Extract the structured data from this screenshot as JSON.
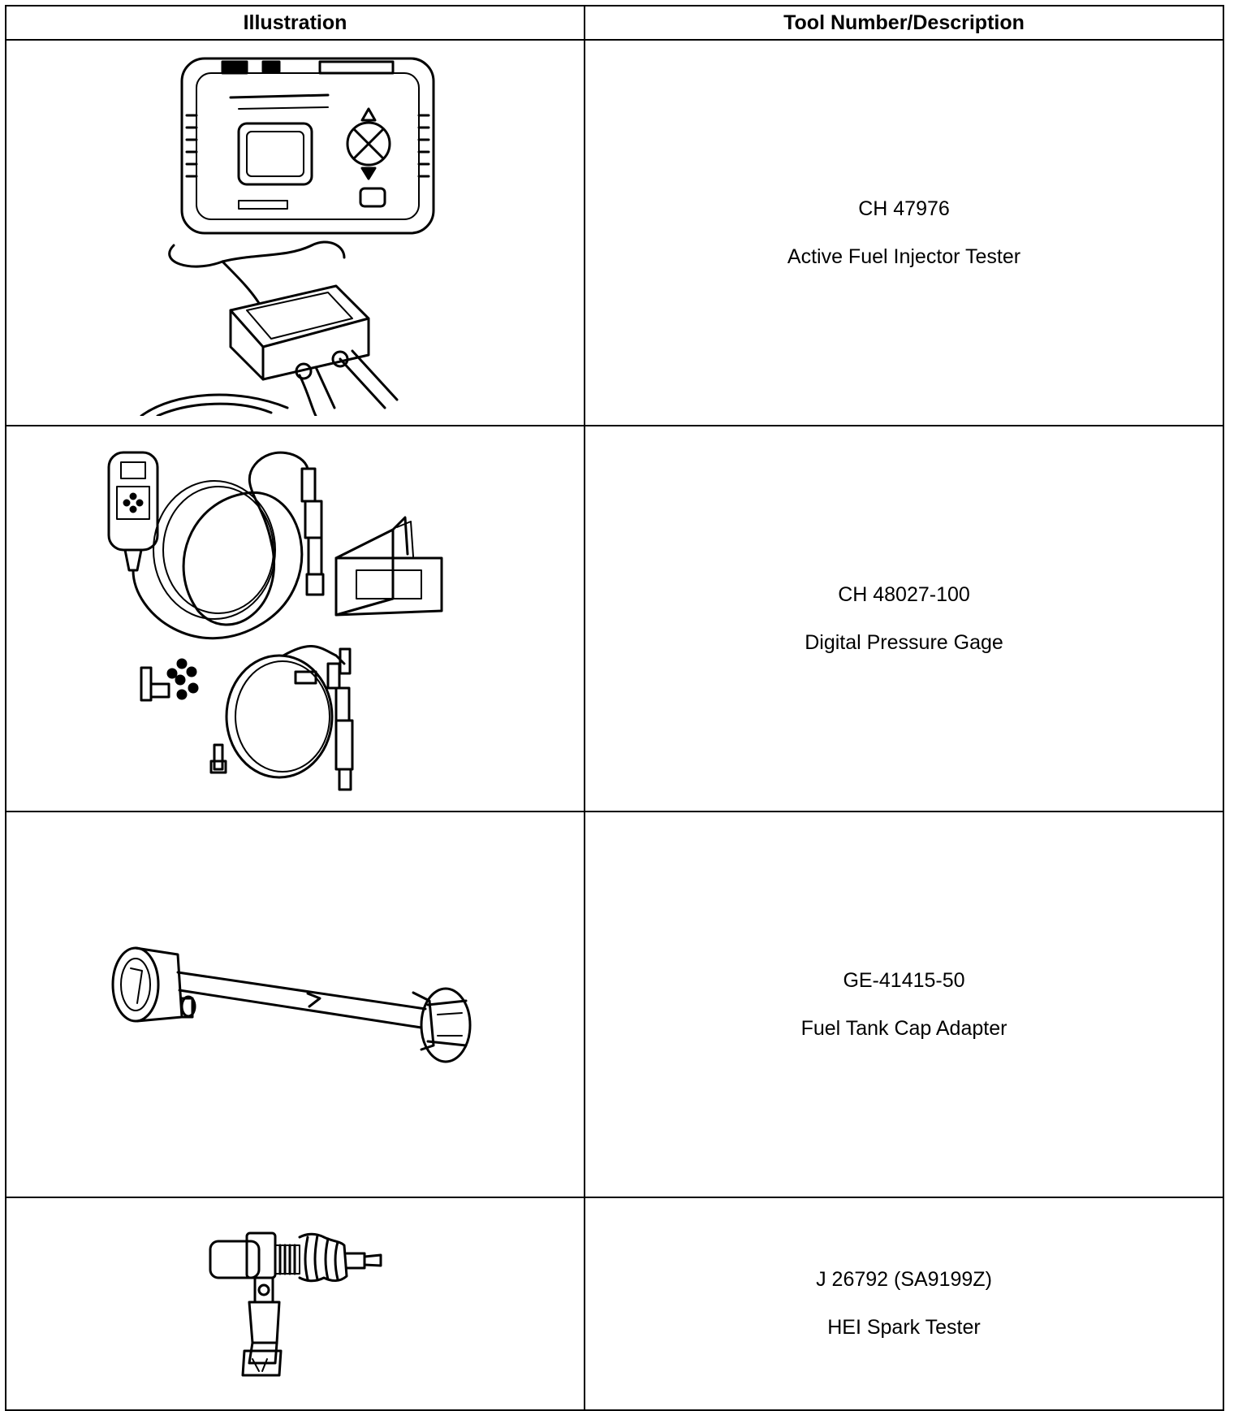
{
  "table": {
    "headers": {
      "illustration": "Illustration",
      "tool": "Tool Number/Description"
    },
    "rows": [
      {
        "tool_number": "CH 47976",
        "description": "Active Fuel Injector Tester",
        "illustration_icon": "fuel-injector-tester-icon"
      },
      {
        "tool_number": "CH 48027-100",
        "description": "Digital Pressure Gage",
        "illustration_icon": "digital-pressure-gage-icon"
      },
      {
        "tool_number": "GE-41415-50",
        "description": "Fuel Tank Cap Adapter",
        "illustration_icon": "fuel-tank-cap-adapter-icon"
      },
      {
        "tool_number": "J 26792 (SA9199Z)",
        "description": "HEI Spark Tester",
        "illustration_icon": "hei-spark-tester-icon"
      }
    ]
  }
}
